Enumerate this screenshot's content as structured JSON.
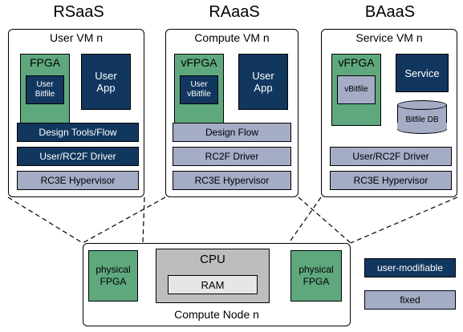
{
  "columns": {
    "rsaas": {
      "title": "RSaaS",
      "vm_title": "User VM n",
      "fpga_label": "FPGA",
      "bitfile_label": "User Bitfile",
      "app_label": "User App",
      "bars": [
        "Design Tools/Flow",
        "User/RC2F Driver",
        "RC3E Hypervisor"
      ]
    },
    "raaas": {
      "title": "RAaaS",
      "vm_title": "Compute VM n",
      "fpga_label": "vFPGA",
      "bitfile_label": "User vBitfile",
      "app_label": "User App",
      "bars": [
        "Design Flow",
        "RC2F Driver",
        "RC3E Hypervisor"
      ]
    },
    "baaas": {
      "title": "BAaaS",
      "vm_title": "Service VM n",
      "fpga_label": "vFPGA",
      "bitfile_label": "vBitfile",
      "service_label": "Service",
      "db_label": "Bitfile DB",
      "bars": [
        "User/RC2F Driver",
        "RC3E Hypervisor"
      ]
    }
  },
  "node": {
    "title": "Compute Node n",
    "fpga_left": "physical FPGA",
    "fpga_right": "physical FPGA",
    "cpu": "CPU",
    "ram": "RAM"
  },
  "legend": {
    "user_modifiable": "user-modifiable",
    "fixed": "fixed"
  },
  "colors": {
    "green": "#5fa87e",
    "navy": "#12375f",
    "slate": "#a4acc6",
    "cpu_gray": "#bdbdbd",
    "ram_gray": "#e6e6e6"
  }
}
